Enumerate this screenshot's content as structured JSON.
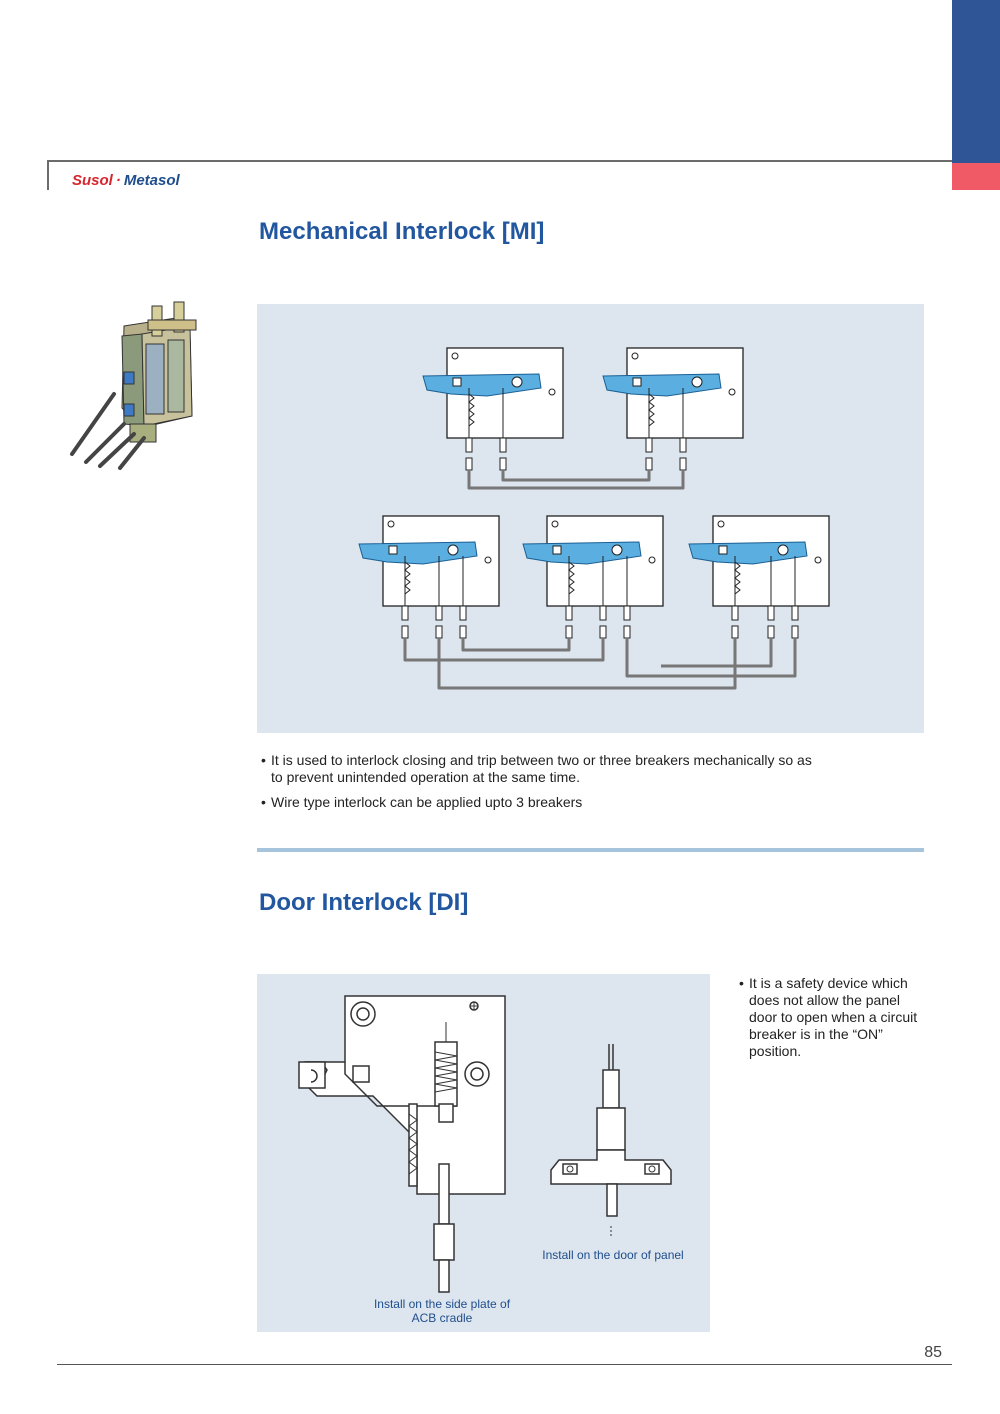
{
  "brand": {
    "susol": "Susol",
    "dot": "·",
    "metasol": "Metasol"
  },
  "mechanical_interlock": {
    "title": "Mechanical Interlock [MI]",
    "bullets": [
      "It is used to interlock closing and trip between two or three breakers mechanically so as to prevent unintended operation at the same time.",
      "Wire type interlock can be applied upto 3 breakers"
    ]
  },
  "door_interlock": {
    "title": "Door Interlock [DI]",
    "bullets": [
      "It is a safety device which does not allow the panel door to open when a circuit breaker is in the “ON” position."
    ],
    "caption_side_plate": "Install on the side plate of ACB cradle",
    "caption_door": "Install on the door of panel"
  },
  "page_number": "85",
  "colors": {
    "title_blue": "#2257a0",
    "panel_bg": "#dde5ee",
    "tab_blue": "#2f5597",
    "tab_red": "#f05a67",
    "lever_blue": "#5aaee0"
  },
  "images": {
    "product_photo": "mechanical-interlock-unit-photo",
    "mi_diagram": "mechanical-interlock-wire-diagram",
    "di_diagram": "door-interlock-drawing"
  }
}
